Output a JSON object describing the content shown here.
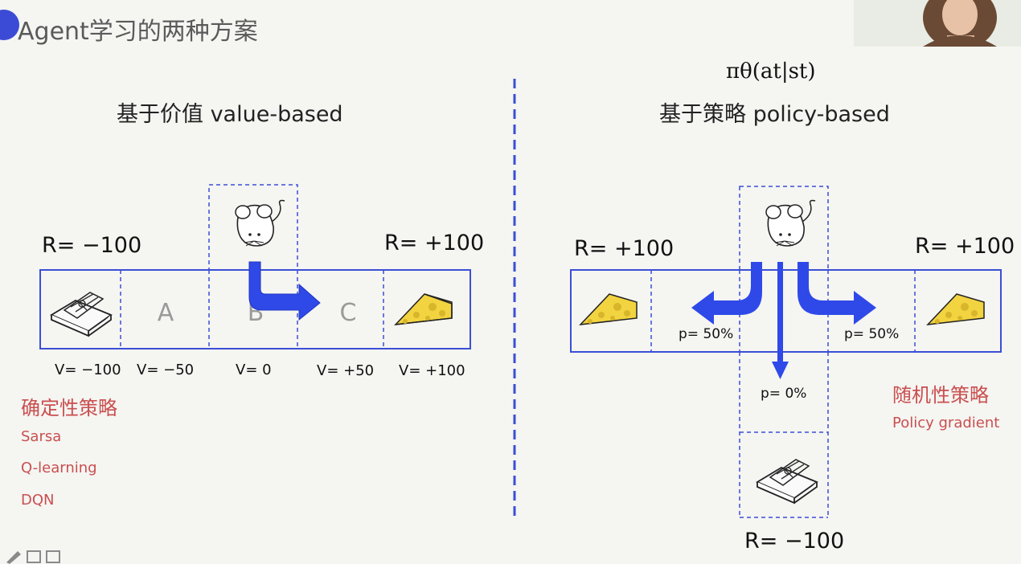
{
  "slide": {
    "title": "Agent学习的两种方案",
    "formula": "πθ(at|st)"
  },
  "left": {
    "heading": "基于价值 value-based",
    "r_left": "R= −100",
    "r_right": "R= +100",
    "cells": [
      "A",
      "B",
      "C"
    ],
    "values": [
      "V= −100",
      "V= −50",
      "V= 0",
      "V= +50",
      "V= +100"
    ],
    "strategy": "确定性策略",
    "algorithms": [
      "Sarsa",
      "Q-learning",
      "DQN"
    ]
  },
  "right": {
    "heading": "基于策略 policy-based",
    "r_left": "R= +100",
    "r_right": "R= +100",
    "r_bottom": "R= −100",
    "probs": [
      "p= 50%",
      "p= 50%",
      "p= 0%"
    ],
    "strategy": "随机性策略",
    "method": "Policy gradient"
  },
  "colors": {
    "arrow": "#2f49e8",
    "grid": "#3b4fd4",
    "accent_red": "#c94f4f",
    "cheese": "#f2d340"
  },
  "icons": [
    "mouse-icon",
    "mousetrap-icon",
    "cheese-icon",
    "toolbar-pen-icon"
  ]
}
